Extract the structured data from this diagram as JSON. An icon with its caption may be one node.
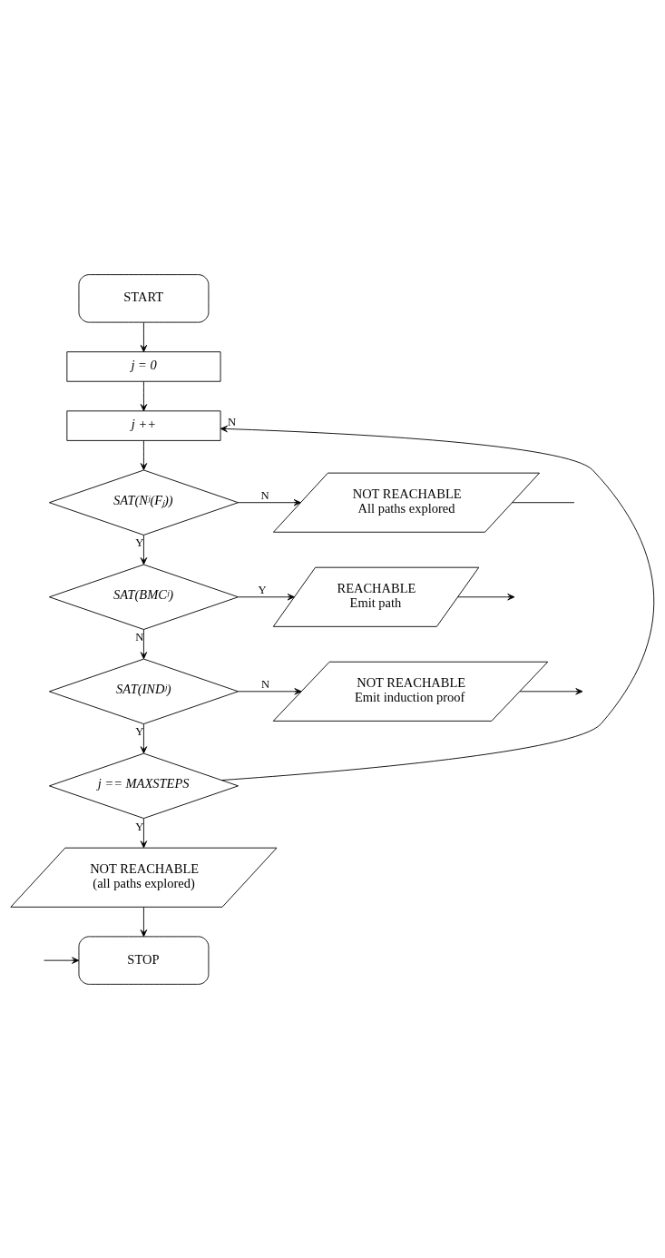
{
  "diagram": {
    "nodes": [
      {
        "text": [
          "START"
        ]
      },
      {
        "text": [
          "j = 0"
        ]
      },
      {
        "text": [
          "j ++"
        ]
      },
      {
        "text": [
          "SAT(Nʲ(Fⱼ))"
        ]
      },
      {
        "text": [
          "NOT REACHABLE",
          "All paths explored"
        ]
      },
      {
        "text": [
          "SAT(BMCʲ)"
        ]
      },
      {
        "text": [
          "REACHABLE",
          "Emit path"
        ]
      },
      {
        "text": [
          "SAT(INDʲ)"
        ]
      },
      {
        "text": [
          "NOT REACHABLE",
          "Emit induction proof"
        ]
      },
      {
        "text": [
          "j == MAXSTEPS"
        ]
      },
      {
        "text": [
          "NOT REACHABLE",
          "(all paths explored)"
        ]
      },
      {
        "text": [
          "STOP"
        ]
      }
    ],
    "edges": [
      {
        "from": 0,
        "to": 1,
        "arrow": "to"
      },
      {
        "from": 1,
        "to": 2,
        "arrow": "to"
      },
      {
        "from": 2,
        "to": 3,
        "arrow": "to"
      },
      {
        "from": 3,
        "to": 4,
        "arrow": "to",
        "label": "N"
      },
      {
        "from": 3,
        "to": 5,
        "arrow": "to",
        "label": "Y"
      },
      {
        "from": 5,
        "to": 6,
        "arrow": "to",
        "label": "Y"
      },
      {
        "from": 5,
        "to": 7,
        "arrow": "to",
        "label": "N"
      },
      {
        "from": 7,
        "to": 8,
        "arrow": "to",
        "label": "N"
      },
      {
        "from": 7,
        "to": 9,
        "arrow": "to",
        "label": "Y"
      },
      {
        "from": 9,
        "to": 2,
        "arrow": "to",
        "label": "N"
      },
      {
        "from": 9,
        "to": 10,
        "arrow": "to",
        "label": "Y"
      },
      {
        "from": 10,
        "to": 11,
        "arrow": "to"
      },
      {
        "from": 4,
        "to": null,
        "arrow": "none"
      },
      {
        "from": 6,
        "to": null,
        "arrow": "to"
      },
      {
        "from": 8,
        "to": null,
        "arrow": "to"
      },
      {
        "from": null,
        "to": 11,
        "arrow": "to"
      }
    ]
  }
}
